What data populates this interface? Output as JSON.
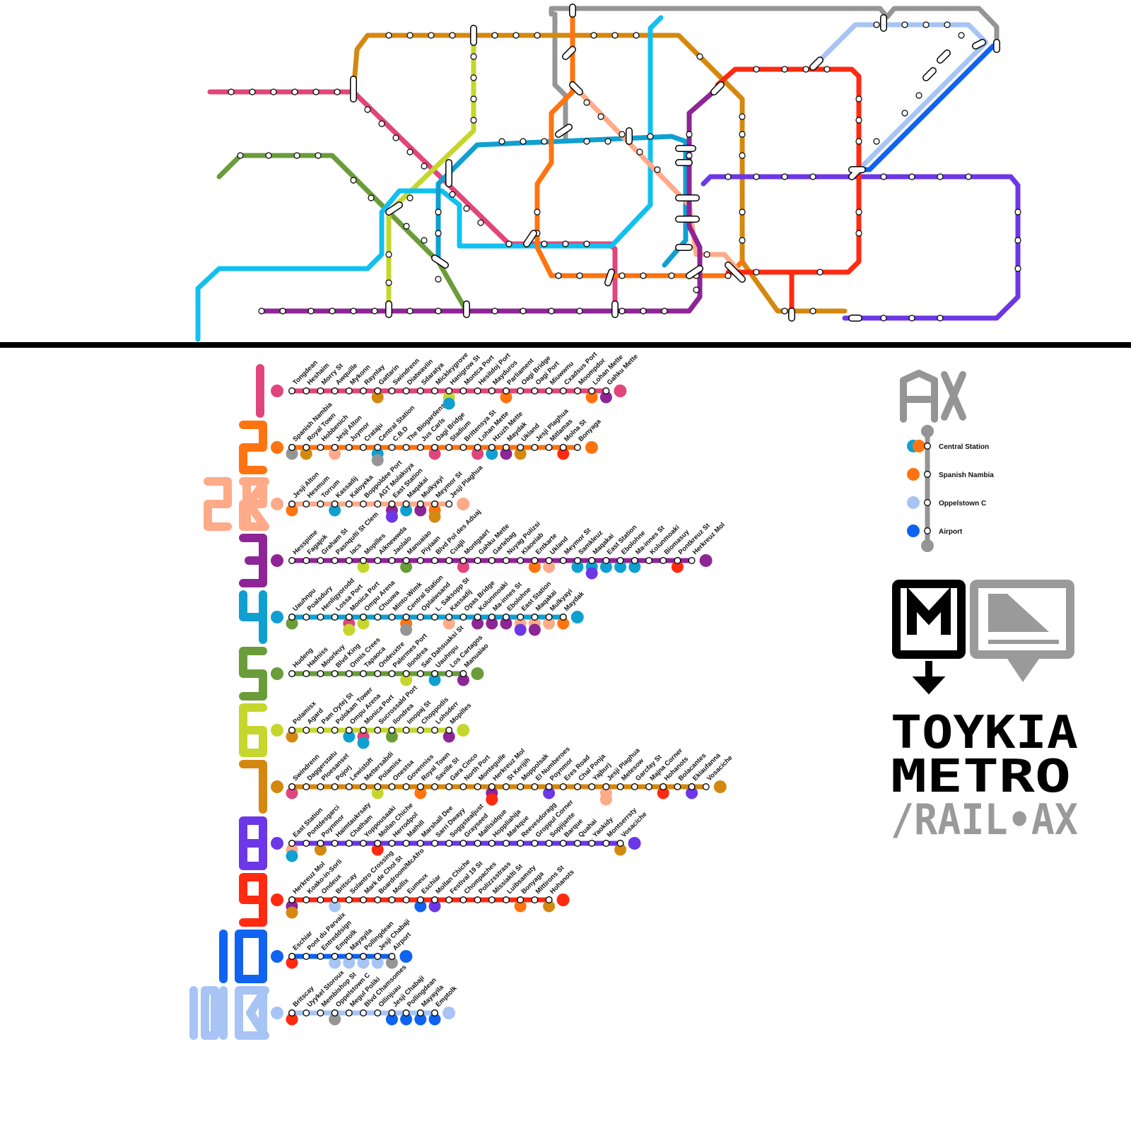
{
  "colors": {
    "1": "#e0457b",
    "2": "#ff7410",
    "2X": "#ffaa88",
    "3": "#8e2596",
    "4": "#0fa0d1",
    "5": "#6a9c3a",
    "6": "#c5d62c",
    "7": "#d4880f",
    "8": "#6c37e6",
    "9": "#ff2a10",
    "10": "#0f63f0",
    "10X": "#a8c4f5",
    "AX": "#959595",
    "sky": "#12c0f0"
  },
  "lines": [
    {
      "id": "1",
      "label": "1",
      "stations": [
        "Tongdean",
        "Heshaim",
        "Morry St",
        "Awquille",
        "Mykonn",
        "Raynlay",
        "Gattarin",
        "Swindrenn",
        "Diatwaviin",
        "Sdaratya",
        "Mickleygrove",
        "Hanigrow St",
        "Montca Port",
        "Hesitdoj Port",
        "Mayduros",
        "Parliament",
        "Oagi Bridge",
        "Oagi Port",
        "Miuwwnu",
        "Cxadsus Port",
        "Moompdor",
        "Lohan Mette",
        "Gahku Mette"
      ]
    },
    {
      "id": "2",
      "label": "2",
      "stations": [
        "Spanish Nambia",
        "Royal Town",
        "Hobbenich",
        "Jesji Alton",
        "Juymor",
        "Crataju",
        "Central Station",
        "C.B.D",
        "The Biogardens",
        "Jus Carls",
        "Oagi Bridge",
        "Stadium",
        "Brittensya St",
        "Lohan Mette",
        "Hzuzh Mette",
        "Maydak",
        "Ukland",
        "Jesji Plaghua",
        "Mitlamas",
        "Molna St",
        "Bonyaga"
      ]
    },
    {
      "id": "2X",
      "label": "2X",
      "stations": [
        "Jesji Alton",
        "Hesmum",
        "Torrum",
        "Kassadij",
        "Kaloyeka",
        "Boppoldee Port",
        "AGT Molakuya",
        "East Station",
        "Maqakai",
        "Mulkyayi",
        "Meymor St",
        "Jesji Plaghua"
      ]
    },
    {
      "id": "3",
      "label": "3",
      "stations": [
        "Hesspime",
        "Fagajok",
        "Graham St",
        "Pasnqulti St Clem",
        "Iacs",
        "Mopilles",
        "Aiknewwda",
        "Jaolalo",
        "Manuaiao",
        "Piyiaan",
        "Blvd Pol des Aduaj",
        "Cuajli",
        "Montgaart",
        "Gahku Mette",
        "Gartebag",
        "Nuyag Polizsi",
        "Klaoeiab",
        "Entkarte",
        "Ukland",
        "Meymor St",
        "Samkleuz",
        "Maqakai",
        "East Station",
        "Ebolohne",
        "Ma-innes St",
        "Kolunmoaki",
        "Biomasuy",
        "Pontkreuz St",
        "Herkreuz Mol"
      ]
    },
    {
      "id": "4",
      "label": "4",
      "stations": [
        "Uauhnpu",
        "Poalsdury",
        "Henligyorodd",
        "Lossa Port",
        "Monica Port",
        "Ompu Arena",
        "Chuuwa",
        "Minto-Wimk",
        "Central Station",
        "Oplaiwsand",
        "L. Saksopp St",
        "Kassadij",
        "Opas Bridge",
        "Kolunmoaki",
        "Ma-innes St",
        "Ebolohne",
        "East Station",
        "Maqakai",
        "Mulkyayi",
        "Maydak"
      ]
    },
    {
      "id": "5",
      "label": "5",
      "stations": [
        "Hudeng",
        "Hadniss",
        "Moorleuy",
        "Blvd King",
        "Onnis Crees",
        "Tapaoca",
        "Ondeuxtre",
        "Palermes Port",
        "Ilondrea",
        "San Dahsuaksi St",
        "Uauhnpu",
        "Los Cartagos",
        "Manuaiao"
      ]
    },
    {
      "id": "6",
      "label": "6",
      "stations": [
        "Polamisx",
        "Agard",
        "Pam Oytej St",
        "Polokam Tower",
        "Ompu Arena",
        "Monica Port",
        "Sucrossald Port",
        "Ilondrea",
        "Imopaj St",
        "Choppodis",
        "Lohsderr",
        "Mopilles"
      ]
    },
    {
      "id": "7",
      "label": "7",
      "stations": [
        "Swindrenn",
        "Daggerstatu",
        "Ploesanset",
        "Pojorj",
        "Lewistoft",
        "Mettersabdi",
        "Polamisx",
        "Onestsa",
        "Govenniss",
        "Royal Town",
        "Saville St",
        "Gara Cinco",
        "North Port",
        "Montegulle",
        "Herkreuz Mol",
        "St Kerijih",
        "Moppolsak",
        "El Numberoes",
        "Poynmor",
        "Eres Road",
        "Chal Ponja",
        "Yajburj",
        "Jesji Plaghua",
        "Metesow",
        "Garcfay St",
        "Majna Corner",
        "Hohanots",
        "Bolacantes",
        "Ekiaufanna",
        "Vosaciche"
      ]
    },
    {
      "id": "8",
      "label": "8",
      "stations": [
        "East Station",
        "Pontdesgarci",
        "Poynmor",
        "Haimtaukrsaty",
        "Chatham",
        "Yoppousaaki",
        "Mollan Chiche",
        "Herrodpol",
        "Mathill",
        "Marshall Dee",
        "Sarri Dwayy",
        "Soggstealjust",
        "Grayseed",
        "Mallisidque",
        "Hoppliahija",
        "Markque",
        "Reevesdoragg",
        "Groppul Corner",
        "Sopjijante",
        "Barque",
        "Quahai",
        "Yaokidy",
        "Montserrsty",
        "Vosaciche"
      ]
    },
    {
      "id": "9",
      "label": "9",
      "stations": [
        "Herkreuz Mol",
        "Koako-in-Sorli",
        "Ondeux",
        "Britscay",
        "Solantro Crossing",
        "Mark de Chol St",
        "Boardroom/McAfro",
        "Mollix",
        "Eumeux",
        "Eschiar",
        "Mollan Chiche",
        "Festival 19 St",
        "Chompaches",
        "Polizzsstrass",
        "Missiaklti St",
        "Luibsamsty",
        "Bonyaga",
        "Mittirons St",
        "Hohanots"
      ]
    },
    {
      "id": "10",
      "label": "10",
      "stations": [
        "Eschiar",
        "Pont du Parvaix",
        "Entreddsign",
        "Emptolk",
        "Mayayila",
        "Pollingdean",
        "Jesji Chabaji",
        "Airport"
      ]
    },
    {
      "id": "10X",
      "label": "10X",
      "stations": [
        "Britscay",
        "Uyykel Storoux",
        "Membishop St",
        "Oppelstown C",
        "Megul Poliki",
        "Blvd Chamsomes",
        "Ollinjuau",
        "Jesji Chabaji",
        "Pollingdean",
        "Mayayila",
        "Emptolk"
      ]
    }
  ],
  "ax_legend": {
    "label": "AX",
    "stations": [
      "Central Station",
      "Spanish Nambia",
      "Oppelstown C",
      "Airport"
    ]
  },
  "brand": {
    "line1": "TOYKIA",
    "line2": "METRO",
    "line3": "/RAIL•AX"
  }
}
